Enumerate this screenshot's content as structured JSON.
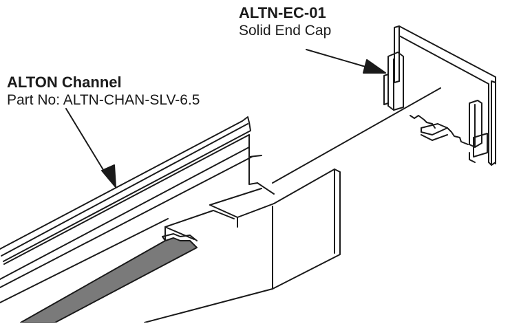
{
  "callouts": {
    "end_cap": {
      "code": "ALTN-EC-01",
      "description": "Solid End Cap"
    },
    "channel": {
      "name": "ALTON Channel",
      "part_number": "Part No: ALTN-CHAN-SLV-6.5"
    }
  },
  "colors": {
    "line": "#1a1a1a",
    "strip": "#7a7a7a",
    "fill": "#ffffff"
  }
}
